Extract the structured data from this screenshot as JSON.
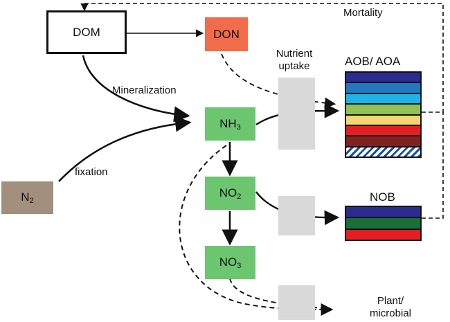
{
  "nodes": {
    "dom": "DOM",
    "don": "DON",
    "nh3": {
      "base": "NH",
      "sub": "3"
    },
    "no2": {
      "base": "NO",
      "sub": "2"
    },
    "no3": {
      "base": "NO",
      "sub": "3"
    },
    "n2": {
      "base": "N",
      "sub": "2"
    }
  },
  "groups": {
    "aob_aoa": {
      "label": "AOB/ AOA",
      "layers": [
        "#2b2c8f",
        "#1f78c0",
        "#1cb4e6",
        "#93c254",
        "#f5d36e",
        "#e31e24",
        "#7f2220",
        "hatch"
      ]
    },
    "nob": {
      "label": "NOB",
      "layers": [
        "#2b2c8f",
        "#1a6e3a",
        "#e31e24"
      ]
    }
  },
  "labels": {
    "mortality": "Mortality",
    "mineralization": "Mineralization",
    "fixation": "fixation",
    "nutrient_uptake_line1": "Nutrient",
    "nutrient_uptake_line2": "uptake",
    "plant_microbial_line1": "Plant/",
    "plant_microbial_line2": "microbial"
  },
  "colors": {
    "dom_fill": "#ffffff",
    "don_fill": "#f06c4b",
    "nitrogen_fill": "#6cc56f",
    "n2_fill": "#a28f7e",
    "uptake_bar": "#d9d9d9"
  }
}
